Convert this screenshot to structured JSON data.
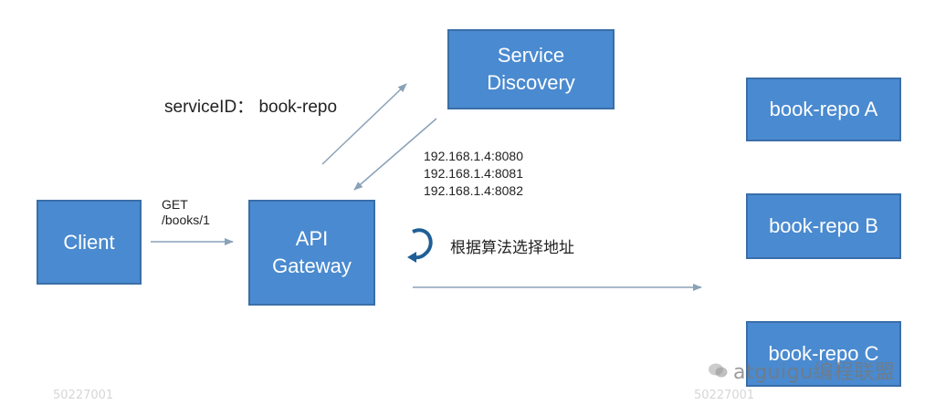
{
  "nodes": {
    "client": "Client",
    "gateway_line1": "API",
    "gateway_line2": "Gateway",
    "discovery_line1": "Service",
    "discovery_line2": "Discovery",
    "repo_a": "book-repo A",
    "repo_b": "book-repo B",
    "repo_c": "book-repo C"
  },
  "labels": {
    "request_method": "GET",
    "request_path": "/books/1",
    "service_id": "serviceID： book-repo",
    "addresses": [
      "192.168.1.4:8080",
      "192.168.1.4:8081",
      "192.168.1.4:8082"
    ],
    "algorithm_note": "根据算法选择地址"
  },
  "watermark": {
    "brand": "atguigu编程联盟",
    "faint_left": "50227001",
    "faint_right": "50227001"
  },
  "colors": {
    "box_fill": "#4a8ad0",
    "box_border": "#3a6ea8",
    "arrow": "#8aa2b8"
  }
}
